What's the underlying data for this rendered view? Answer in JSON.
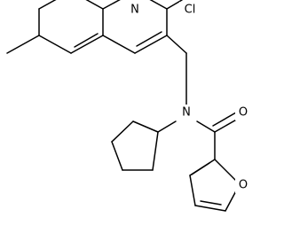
{
  "structure": {
    "atoms": {
      "quinoline_n": "N",
      "chlorine": "Cl",
      "amide_n": "N",
      "carbonyl_o": "O",
      "furan_o": "O"
    }
  }
}
